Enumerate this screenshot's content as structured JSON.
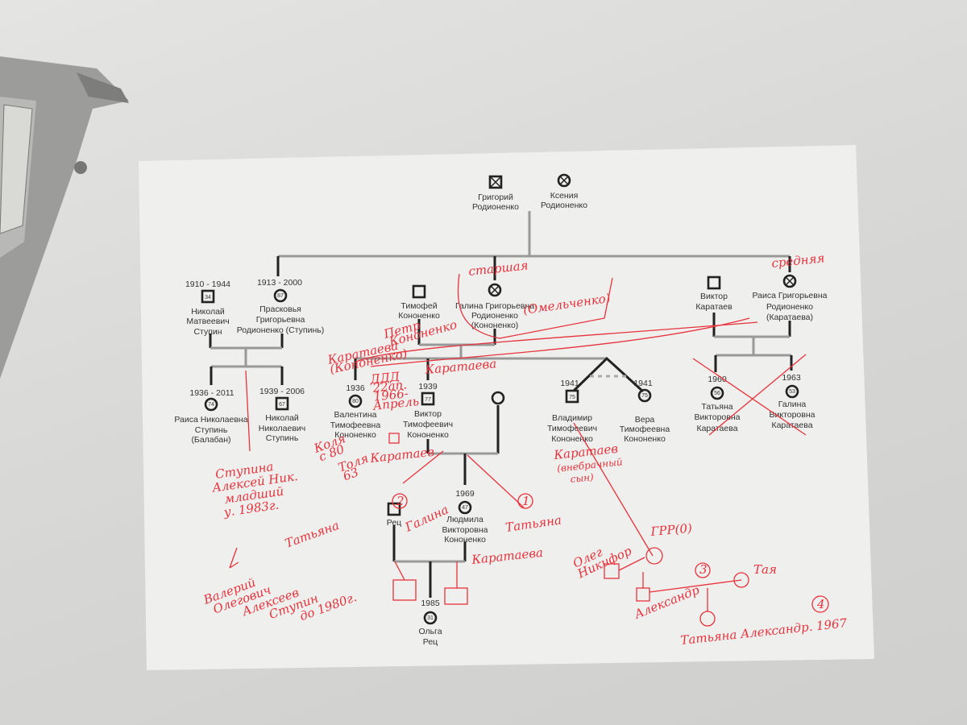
{
  "title": "Family tree of the Rodionenko family with handwritten annotations",
  "people": [
    {
      "id": "grigoriy",
      "name": [
        "Григорий",
        "Родионенко"
      ],
      "sex": "male",
      "deceased": true
    },
    {
      "id": "kseniya",
      "name": [
        "Ксения",
        "Родионенко"
      ],
      "sex": "female",
      "deceased": true
    },
    {
      "id": "nikolay_m",
      "years": "1910 - 1944",
      "age": "34",
      "name": [
        "Николай",
        "Матвеевич",
        "Ступин"
      ],
      "sex": "male"
    },
    {
      "id": "praskovya",
      "years": "1913 - 2000",
      "age": "87",
      "name": [
        "Прасковья",
        "Григорьевна",
        "Родионенко (Ступинь)"
      ],
      "sex": "female"
    },
    {
      "id": "timofey",
      "name": [
        "Тимофей",
        "Кононенко"
      ],
      "sex": "male"
    },
    {
      "id": "galina_g",
      "name": [
        "Галина Григорьевна",
        "Родионенко",
        "(Кононенко)"
      ],
      "sex": "female",
      "deceased": true
    },
    {
      "id": "viktor_k",
      "name": [
        "Виктор",
        "Каратаев"
      ],
      "sex": "male"
    },
    {
      "id": "raisa_g",
      "name": [
        "Раиса Григорьевна",
        "Родионенко",
        "(Каратаева)"
      ],
      "sex": "female",
      "deceased": true
    },
    {
      "id": "raisa_n",
      "years": "1936 - 2011",
      "age": "74",
      "name": [
        "Раиса Николаевна",
        "Ступинь",
        "(Балабан)"
      ],
      "sex": "female"
    },
    {
      "id": "nikolay_n",
      "years": "1939 - 2006",
      "age": "67",
      "name": [
        "Николай",
        "Николаевич",
        "Ступинь"
      ],
      "sex": "male"
    },
    {
      "id": "valentina",
      "years": "1936",
      "age": "80",
      "name": [
        "Валентина",
        "Тимофеевна",
        "Кононенко"
      ],
      "sex": "female"
    },
    {
      "id": "viktor_t",
      "years": "1939",
      "age": "77",
      "name": [
        "Виктор",
        "Тимофеевич",
        "Кононенко"
      ],
      "sex": "male"
    },
    {
      "id": "vladimir",
      "years": "1941",
      "age": "75",
      "name": [
        "Владимир",
        "Тимофеевич",
        "Кононенко"
      ],
      "sex": "male"
    },
    {
      "id": "vera",
      "years": "1941",
      "age": "75",
      "name": [
        "Вера",
        "Тимофеевна",
        "Кононенко"
      ],
      "sex": "female"
    },
    {
      "id": "tatyana_v",
      "years": "1960",
      "age": "56",
      "name": [
        "Татьяна",
        "Викторовна",
        "Каратаева"
      ],
      "sex": "female"
    },
    {
      "id": "galina_v",
      "years": "1963",
      "age": "53",
      "name": [
        "Галина",
        "Викторовна",
        "Каратаева"
      ],
      "sex": "female"
    },
    {
      "id": "rets",
      "name": [
        "Рец"
      ],
      "sex": "male"
    },
    {
      "id": "lyudmila",
      "years": "1969",
      "age": "47",
      "name": [
        "Людмила",
        "Викторовна",
        "Кононенко"
      ],
      "sex": "female"
    },
    {
      "id": "olga",
      "years": "1985",
      "age": "31",
      "name": [
        "Ольга",
        "Рец"
      ],
      "sex": "female"
    }
  ],
  "annotations": {
    "starshaya": "старшая",
    "srednyaya": "средняя",
    "omelchenko": "(Омельченко)",
    "petr": [
      "Петр",
      "Кононенко"
    ],
    "karataeva_kon": [
      "Каратаева",
      "(Кононенко)"
    ],
    "karataeva_big": "Каратаева",
    "ddd": [
      "ДДД",
      "22ап.",
      "1966-",
      "Апрель"
    ],
    "karataev": "Каратаев",
    "kolya": [
      "Коля",
      "с 80"
    ],
    "tolya": [
      "Толя",
      "63"
    ],
    "stupin": [
      "Ступина",
      "Алексей Ник.",
      "младший",
      "у. 1983г."
    ],
    "tatyana1": "Татьяна",
    "valeriy": [
      "Валерий",
      "Олегович",
      "Алексеев",
      "Ступин",
      "до 1980г."
    ],
    "n2": "2",
    "galina": "Галина",
    "n1": "1",
    "tatyana2": "Татьяна",
    "karataeva2": "Каратаева",
    "karataev_vneb": [
      "Каратаев",
      "(внебрачный",
      "сын)"
    ],
    "grr": "ГРР(0)",
    "oleg": [
      "Олег",
      "Никифор"
    ],
    "aleksandr": "Александр",
    "n3": "3",
    "taya": "Тая",
    "n4": "4",
    "tatyana_al": "Татьяна Александр. 1967"
  },
  "colors": {
    "ink": "#e8323c",
    "print": "#222222",
    "paper": "#eeeeec"
  }
}
